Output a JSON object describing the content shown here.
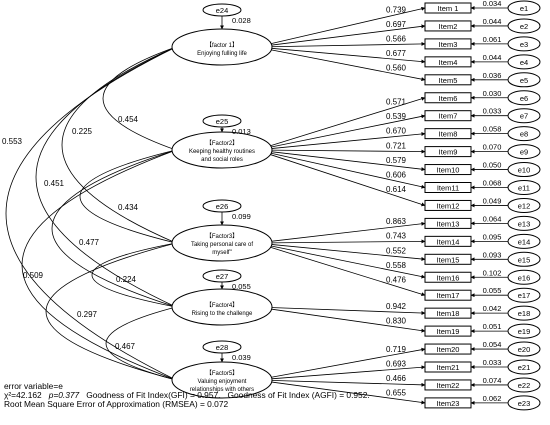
{
  "factors": [
    {
      "id": "f1",
      "line1": "【factor 1】",
      "line2": "Enjoying fulling life",
      "line3": "",
      "error": {
        "label": "e24",
        "value": "0.028"
      }
    },
    {
      "id": "f2",
      "line1": "【Factor2】",
      "line2": "Keeping healthy routines",
      "line3": "and social roles",
      "error": {
        "label": "e25",
        "value": "0.013"
      }
    },
    {
      "id": "f3",
      "line1": "【Factor3】",
      "line2": "Taking personal care of",
      "line3": "myself\"",
      "error": {
        "label": "e26",
        "value": "0.099"
      }
    },
    {
      "id": "f4",
      "line1": "【Factor4】",
      "line2": "Rising to the challenge",
      "line3": "",
      "error": {
        "label": "e27",
        "value": "0.055"
      }
    },
    {
      "id": "f5",
      "line1": "【Factor5】",
      "line2": "Valuing enjoyment",
      "line3": "relationships with others",
      "error": {
        "label": "e28",
        "value": "0.039"
      }
    }
  ],
  "items": [
    {
      "label": "Item 1",
      "loading": "0.739",
      "error": "e1",
      "error_value": "0.034",
      "factor": 0
    },
    {
      "label": "Item2",
      "loading": "0.697",
      "error": "e2",
      "error_value": "0.044",
      "factor": 0
    },
    {
      "label": "Item3",
      "loading": "0.566",
      "error": "e3",
      "error_value": "0.061",
      "factor": 0
    },
    {
      "label": "Item4",
      "loading": "0.677",
      "error": "e4",
      "error_value": "0.044",
      "factor": 0
    },
    {
      "label": "Item5",
      "loading": "0.560",
      "error": "e5",
      "error_value": "0.036",
      "factor": 0
    },
    {
      "label": "Item6",
      "loading": "0.571",
      "error": "e6",
      "error_value": "0.030",
      "factor": 1
    },
    {
      "label": "Item7",
      "loading": "0.539",
      "error": "e7",
      "error_value": "0.033",
      "factor": 1
    },
    {
      "label": "Item8",
      "loading": "0.670",
      "error": "e8",
      "error_value": "0.058",
      "factor": 1
    },
    {
      "label": "Item9",
      "loading": "0.721",
      "error": "e9",
      "error_value": "0.070",
      "factor": 1
    },
    {
      "label": "Item10",
      "loading": "0.579",
      "error": "e10",
      "error_value": "0.050",
      "factor": 1
    },
    {
      "label": "Item11",
      "loading": "0.606",
      "error": "e11",
      "error_value": "0.068",
      "factor": 1
    },
    {
      "label": "Item12",
      "loading": "0.614",
      "error": "e12",
      "error_value": "0.049",
      "factor": 1
    },
    {
      "label": "Item13",
      "loading": "0.863",
      "error": "e13",
      "error_value": "0.064",
      "factor": 2
    },
    {
      "label": "Item14",
      "loading": "0.743",
      "error": "e14",
      "error_value": "0.095",
      "factor": 2
    },
    {
      "label": "Item15",
      "loading": "0.552",
      "error": "e15",
      "error_value": "0.093",
      "factor": 2
    },
    {
      "label": "Item16",
      "loading": "0.558",
      "error": "e16",
      "error_value": "0.102",
      "factor": 2
    },
    {
      "label": "Item17",
      "loading": "0.476",
      "error": "e17",
      "error_value": "0.055",
      "factor": 2
    },
    {
      "label": "Item18",
      "loading": "0.942",
      "error": "e18",
      "error_value": "0.042",
      "factor": 3
    },
    {
      "label": "Item19",
      "loading": "0.830",
      "error": "e19",
      "error_value": "0.051",
      "factor": 3
    },
    {
      "label": "Item20",
      "loading": "0.719",
      "error": "e20",
      "error_value": "0.054",
      "factor": 4
    },
    {
      "label": "Item21",
      "loading": "0.693",
      "error": "e21",
      "error_value": "0.033",
      "factor": 4
    },
    {
      "label": "Item22",
      "loading": "0.466",
      "error": "e22",
      "error_value": "0.074",
      "factor": 4
    },
    {
      "label": "Item23",
      "loading": "0.655",
      "error": "e23",
      "error_value": "0.062",
      "factor": 4
    }
  ],
  "correlations": [
    {
      "from": 0,
      "to": 1,
      "value": "0.454"
    },
    {
      "from": 1,
      "to": 2,
      "value": "0.434"
    },
    {
      "from": 2,
      "to": 3,
      "value": "0.224"
    },
    {
      "from": 3,
      "to": 4,
      "value": "0.467"
    },
    {
      "from": 0,
      "to": 2,
      "value": "0.225"
    },
    {
      "from": 1,
      "to": 3,
      "value": "0.477"
    },
    {
      "from": 2,
      "to": 4,
      "value": "0.297"
    },
    {
      "from": 0,
      "to": 3,
      "value": "0.451"
    },
    {
      "from": 1,
      "to": 4,
      "value": "0.509"
    },
    {
      "from": 0,
      "to": 4,
      "value": "0.553"
    }
  ],
  "fit": {
    "line1": "error variable=e",
    "chi": "χ²=42.162",
    "p": "p=0.377",
    "gfi": "Goodness of Fit Index(GFI) = 0.957.",
    "agfi": "Goodness of Fit Index (AGFI) = 0.952.",
    "rmsea": "Root Mean Square Error of Approximation (RMSEA) = 0.072"
  }
}
